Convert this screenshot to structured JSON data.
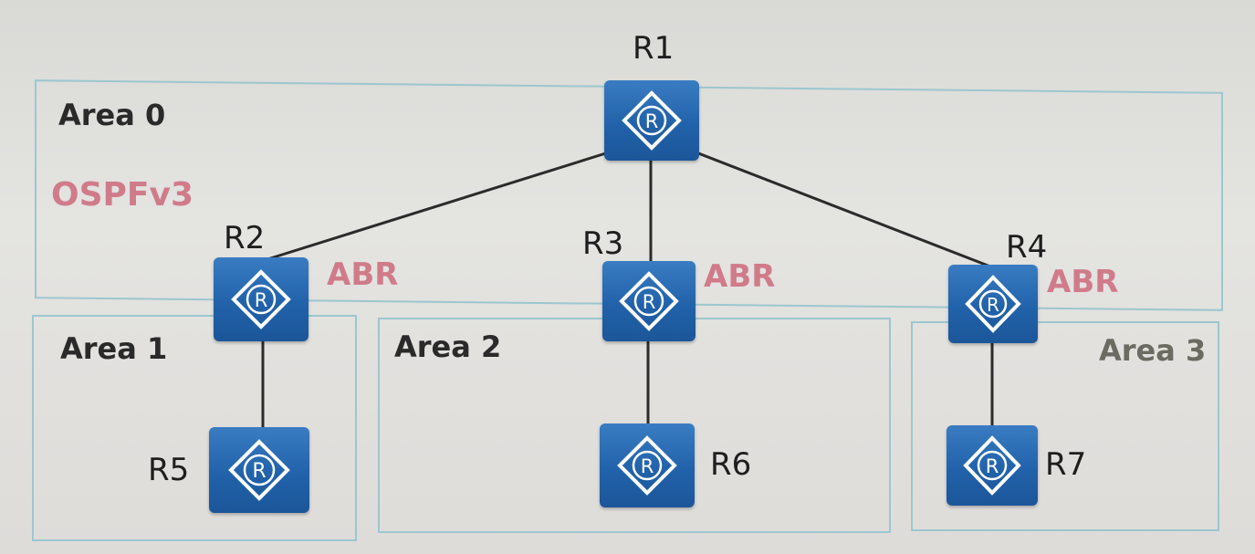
{
  "protocol": "OSPFv3",
  "areas": [
    {
      "id": "area0",
      "label": "Area 0"
    },
    {
      "id": "area1",
      "label": "Area 1"
    },
    {
      "id": "area2",
      "label": "Area 2"
    },
    {
      "id": "area3",
      "label": "Area 3"
    }
  ],
  "routers": [
    {
      "id": "r1",
      "name": "R1",
      "icon": "router-icon",
      "role": ""
    },
    {
      "id": "r2",
      "name": "R2",
      "icon": "router-icon",
      "role": "ABR"
    },
    {
      "id": "r3",
      "name": "R3",
      "icon": "router-icon",
      "role": "ABR"
    },
    {
      "id": "r4",
      "name": "R4",
      "icon": "router-icon",
      "role": "ABR"
    },
    {
      "id": "r5",
      "name": "R5",
      "icon": "router-icon",
      "role": ""
    },
    {
      "id": "r6",
      "name": "R6",
      "icon": "router-icon",
      "role": ""
    },
    {
      "id": "r7",
      "name": "R7",
      "icon": "router-icon",
      "role": ""
    }
  ],
  "links": [
    {
      "from": "R1",
      "to": "R2"
    },
    {
      "from": "R1",
      "to": "R3"
    },
    {
      "from": "R1",
      "to": "R4"
    },
    {
      "from": "R2",
      "to": "R5"
    },
    {
      "from": "R3",
      "to": "R6"
    },
    {
      "from": "R4",
      "to": "R7"
    }
  ],
  "colors": {
    "router": "#2162aa",
    "area_border": "#9cc7cf",
    "accent_label": "#d07b8a",
    "link": "#2b2b2b"
  }
}
